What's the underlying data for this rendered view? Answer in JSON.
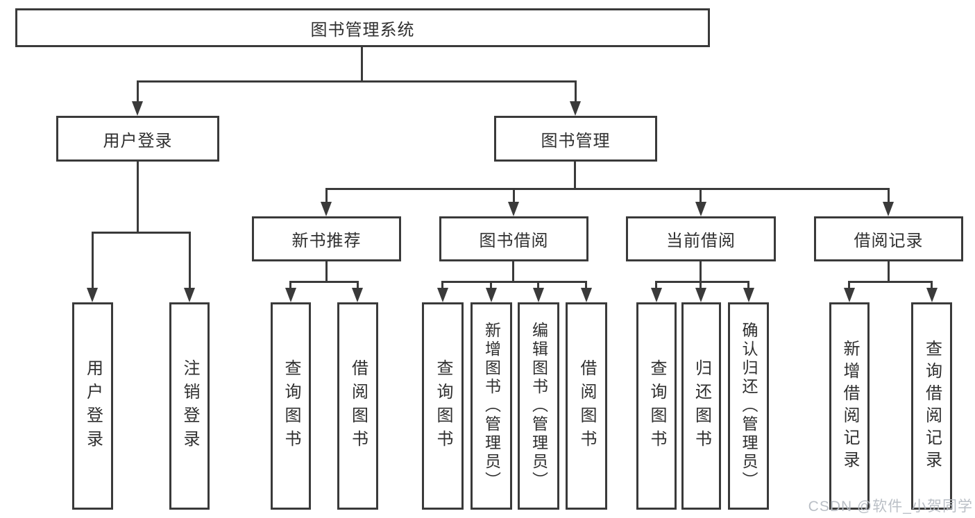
{
  "diagram_title": "图书管理系统",
  "nodes": {
    "root": "图书管理系统",
    "l2": [
      "用户登录",
      "图书管理"
    ],
    "l3": [
      "新书推荐",
      "图书借阅",
      "当前借阅",
      "借阅记录"
    ],
    "user_children": [
      "用户登录",
      "注销登录"
    ],
    "newbook_children": [
      "查询图书",
      "借阅图书"
    ],
    "borrow_children": [
      "查询图书",
      "新增图书（管理员）",
      "编辑图书（管理员）",
      "借阅图书"
    ],
    "current_children": [
      "查询图书",
      "归还图书",
      "确认归还（管理员）"
    ],
    "records_children": [
      "新增借阅记录",
      "查询借阅记录"
    ]
  },
  "hierarchy": {
    "图书管理系统": [
      "用户登录",
      "图书管理"
    ],
    "用户登录": [
      "用户登录",
      "注销登录"
    ],
    "图书管理": [
      "新书推荐",
      "图书借阅",
      "当前借阅",
      "借阅记录"
    ],
    "新书推荐": [
      "查询图书",
      "借阅图书"
    ],
    "图书借阅": [
      "查询图书",
      "新增图书（管理员）",
      "编辑图书（管理员）",
      "借阅图书"
    ],
    "当前借阅": [
      "查询图书",
      "归还图书",
      "确认归还（管理员）"
    ],
    "借阅记录": [
      "新增借阅记录",
      "查询借阅记录"
    ]
  },
  "watermark": "CSDN @软件_小贺同学",
  "colors": {
    "line": "#3a3a3a",
    "text": "#2f2f2f",
    "background": "#ffffff",
    "watermark": "#b7bcc3"
  }
}
